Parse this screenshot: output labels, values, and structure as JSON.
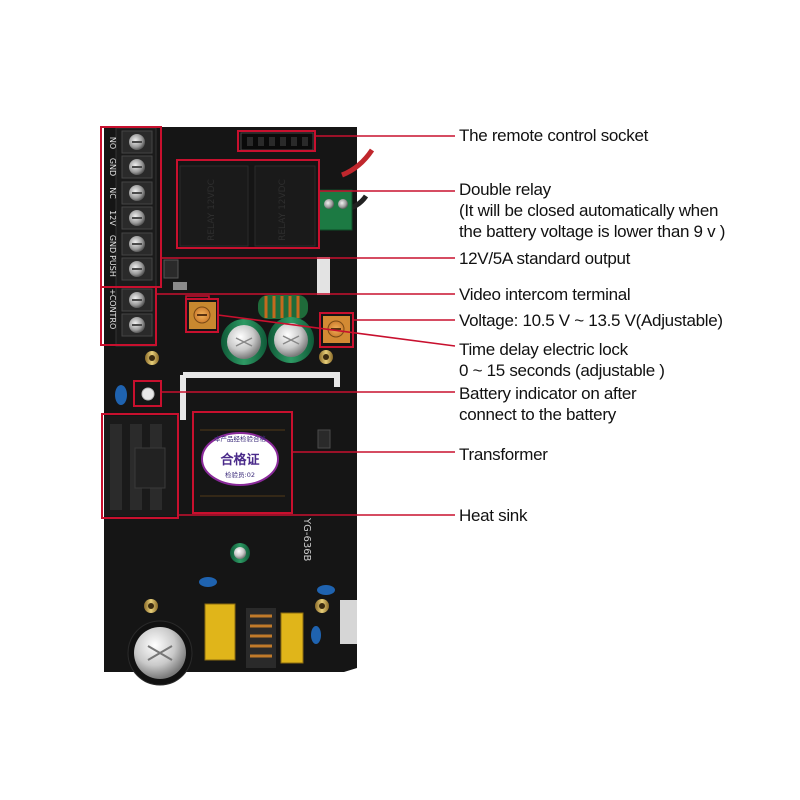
{
  "colors": {
    "board": "#141414",
    "callout_line": "#c8102e",
    "text": "#111111",
    "terminal_body": "#1c1c1c",
    "screw": "#b8b8b8"
  },
  "silkscreen": {
    "terminal_labels": [
      "NO",
      "GND",
      "NC",
      "12V",
      "GND",
      "PUSH",
      "+",
      "CONTRO"
    ],
    "model": "YG-636B"
  },
  "stamp": {
    "top_text": "本产品经检验合格",
    "main_text": "合格证",
    "inspector": "检验员:02"
  },
  "callouts": [
    {
      "lines": [
        "The remote control socket"
      ]
    },
    {
      "lines": [
        "Double relay",
        "(It will be closed automatically when",
        " the battery voltage is lower than 9 v )"
      ]
    },
    {
      "lines": [
        "12V/5A standard output"
      ]
    },
    {
      "lines": [
        "Video intercom terminal"
      ]
    },
    {
      "lines": [
        "Voltage: 10.5 V ~ 13.5 V(Adjustable)"
      ]
    },
    {
      "lines": [
        "Time delay electric lock",
        " 0 ~ 15 seconds (adjustable  )"
      ]
    },
    {
      "lines": [
        "Battery indicator on after",
        " connect to the battery"
      ]
    },
    {
      "lines": [
        "Transformer"
      ]
    },
    {
      "lines": [
        "Heat sink"
      ]
    }
  ]
}
